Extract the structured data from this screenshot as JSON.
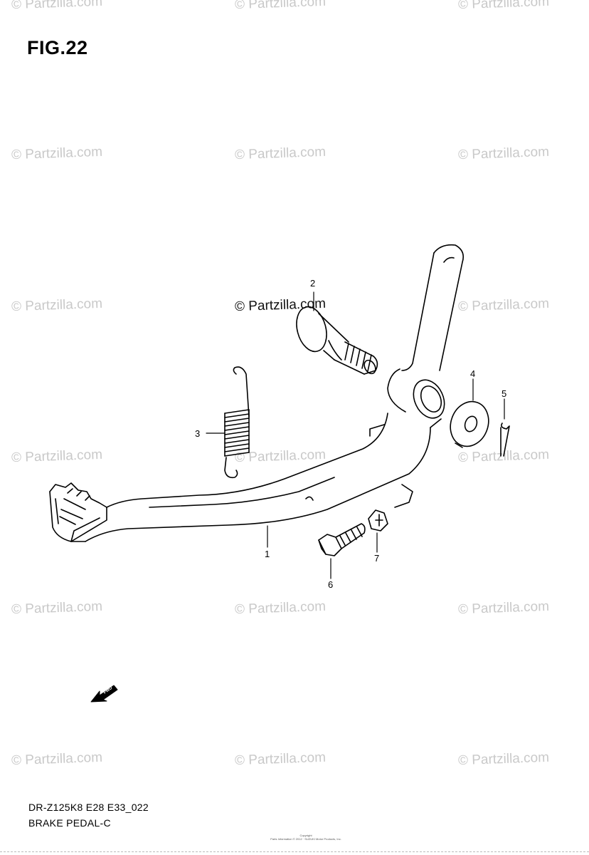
{
  "figure": {
    "title": "FIG.22"
  },
  "watermark": {
    "text": "© Partzilla.com"
  },
  "callouts": [
    "1",
    "2",
    "3",
    "4",
    "5",
    "6",
    "7"
  ],
  "fwd_label": "FWD",
  "footer": {
    "model_code": "DR-Z125K8 E28 E33_022",
    "section_name": "BRAKE PEDAL-C",
    "copyright_line1": "Copyright",
    "copyright_line2": "Parts Information © 2012 · SUZUKI Motor Products, Inc."
  }
}
